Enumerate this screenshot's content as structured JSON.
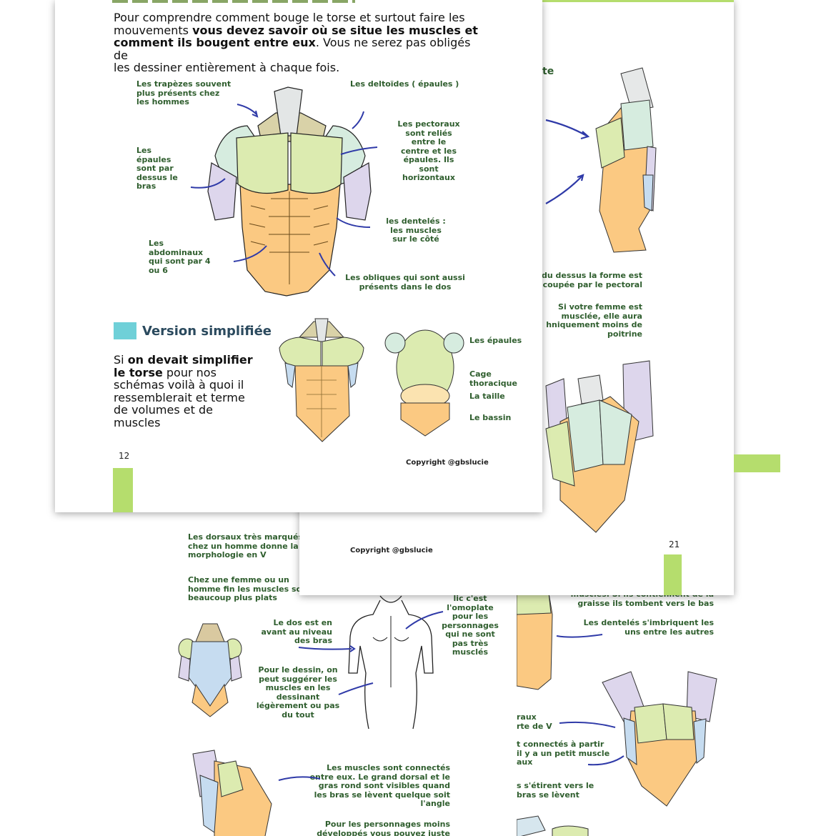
{
  "back_page": {
    "labels": {
      "dorsaux": "Les dorsaux très marqués\nchez un homme donne la\nmorphologie en V",
      "femme_fin": "Chez une femme ou un\nhomme fin les muscles sont\nbeaucoup plus plats",
      "dos_avant": "Le dos est en\navant au niveau\ndes bras",
      "suggerer": "Pour le dessin, on\npeut suggérer les\nmuscles en les\ndessinant\nlégèrement ou pas\ndu tout",
      "omoplate": "lic c'est\nl'omoplate\npour les\npersonnages\nqui ne sont\npas très\nmusclés",
      "connectes": "Les muscles sont connectés\nentre eux. Le grand dorsal et le\ngras rond sont visibles quand\nles bras se lèvent quelque soit\nl'angle",
      "moins_dev": "Pour les personnages moins\ndéveloppés vous pouvez juste"
    }
  },
  "right_bottom_page": {
    "labels": {
      "graisse": "muscles. Si ils contiennent de la\ngraisse  ils tombent vers le bas",
      "dentels": "Les dentelés s'imbriquent les\nuns entre les autres",
      "raux": "raux\nrte de V",
      "connectes": "t connectés à partir\nil y a un petit muscle\naux",
      "etirent": "s s'étirent vers le\nbras se lèvent"
    }
  },
  "page21": {
    "page_number": "21",
    "copyright": "Copyright @gbslucie",
    "labels": {
      "te": "te",
      "forme": "du dessus la forme est\ncoupée par le pectoral",
      "femme": "Si votre femme est\nmusclée, elle aura\nhniquement moins de\npoitrine"
    }
  },
  "page12": {
    "page_number": "12",
    "copyright": "Copyright @gbslucie",
    "intro": {
      "l1": "Pour comprendre comment bouge le torse et surtout faire les",
      "l2a": "mouvements ",
      "l2b": "vous devez savoir où se situe les muscles et",
      "l3a": "comment ils bougent entre eux",
      "l3b": ". Vous ne serez pas obligés de",
      "l4": "les dessiner entièrement à chaque fois."
    },
    "labels": {
      "trapezes": "Les trapèzes souvent\nplus présents chez\nles hommes",
      "deltoides": "Les deltoïdes ( épaules )",
      "pectoraux": "Les pectoraux\nsont reliés\nentre le\ncentre et les\népaules. Ils\nsont\nhorizontaux",
      "epaules": "Les\népaules\nsont par\ndessus le\nbras",
      "denteles": "les dentelés :\nles muscles\nsur le côté",
      "abdominaux": "Les\nabdominaux\nqui sont par 4\nou 6",
      "obliques": "Les obliques qui sont aussi\nprésents dans le dos"
    },
    "section_title": "Version simplifiée",
    "simplified": {
      "t1": "Si ",
      "b1": "on devait simplifier",
      "b2": "le torse",
      "t2": " pour nos",
      "t3": "schémas voilà à quoi il",
      "t4": "ressemblerait et terme",
      "t5": "de volumes et de",
      "t6": "muscles"
    },
    "simple_labels": {
      "epaules": "Les épaules",
      "cage": "Cage\nthoracique",
      "taille": "La taille",
      "bassin": "Le bassin"
    }
  },
  "colors": {
    "accent_green": "#b5dd6d",
    "label_green": "#2f5e2e",
    "section_square": "#6fd0d8",
    "muscle_green": "#dcebb0",
    "muscle_mint": "#d6ecdf",
    "muscle_orange": "#fbc982",
    "muscle_lavender": "#ddd6ec",
    "muscle_blue": "#c6dcf0",
    "arrow_blue": "#2f3aa8"
  }
}
